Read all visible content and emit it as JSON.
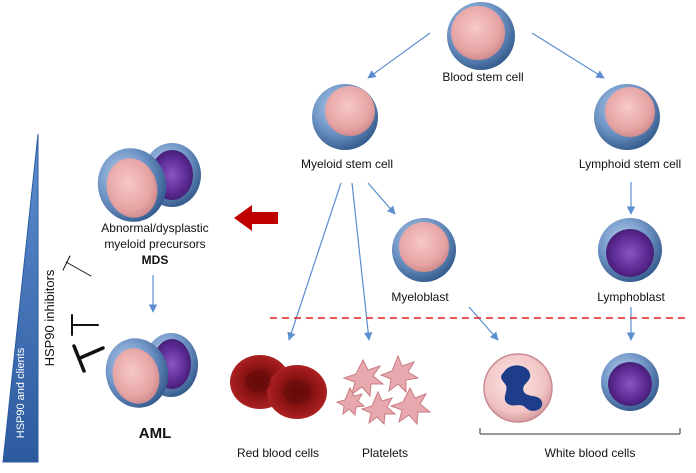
{
  "nodes": {
    "blood_stem_cell": "Blood stem cell",
    "myeloid_stem_cell": "Myeloid stem cell",
    "lymphoid_stem_cell": "Lymphoid stem cell",
    "myeloblast": "Myeloblast",
    "lymphoblast": "Lymphoblast",
    "abnormal_line1": "Abnormal/dysplastic",
    "abnormal_line2": "myeloid precursors",
    "mds": "MDS",
    "aml": "AML",
    "red_blood_cells": "Red blood cells",
    "platelets": "Platelets",
    "white_blood_cells": "White blood cells"
  },
  "side_labels": {
    "triangle": "HSP90 and clients",
    "inhibitors": "HSP90 inhibitors"
  },
  "colors": {
    "arrow": "#5b8fd0",
    "red_arrow": "#c00000",
    "dashed_line": "#e02020",
    "triangle": "#3f6fb5",
    "cell_rim": "#4d74a8",
    "nucleus_pink": "#e8a5a5",
    "nucleus_purple": "#5b2a92"
  }
}
